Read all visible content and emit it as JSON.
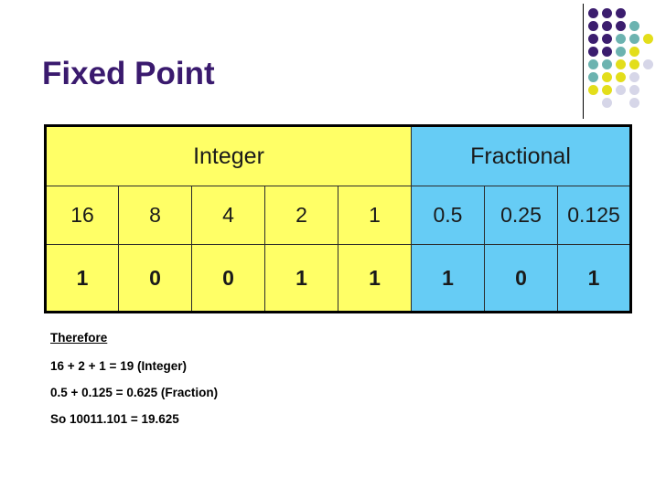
{
  "slide": {
    "title": "Fixed Point",
    "title_color": "#3A1A6E",
    "background": "#FFFFFF"
  },
  "logo": {
    "name": "decorative-dot-grid",
    "colors": {
      "purple": "#3B1D6E",
      "teal": "#6CB3B0",
      "yellow": "#E3DE1B",
      "lavender": "#D6D6E8"
    },
    "rows": [
      [
        "purple",
        "purple",
        "purple",
        null,
        null
      ],
      [
        "purple",
        "purple",
        "purple",
        "teal",
        null
      ],
      [
        "purple",
        "purple",
        "teal",
        "teal",
        "yellow"
      ],
      [
        "purple",
        "purple",
        "teal",
        "yellow",
        null
      ],
      [
        "teal",
        "teal",
        "yellow",
        "yellow",
        "lavender"
      ],
      [
        "teal",
        "yellow",
        "yellow",
        "lavender",
        null
      ],
      [
        "yellow",
        "yellow",
        "lavender",
        "lavender",
        null
      ],
      [
        null,
        "lavender",
        null,
        "lavender",
        null
      ]
    ]
  },
  "table": {
    "colors": {
      "integer_fill": "#FFFF66",
      "fractional_fill": "#66CCF5",
      "border": "#000000"
    },
    "header": {
      "integer_label": "Integer",
      "fractional_label": "Fractional"
    },
    "place_values": {
      "integer": [
        "16",
        "8",
        "4",
        "2",
        "1"
      ],
      "fractional": [
        "0.5",
        "0.25",
        "0.125"
      ]
    },
    "bits": {
      "integer": [
        "1",
        "0",
        "0",
        "1",
        "1"
      ],
      "fractional": [
        "1",
        "0",
        "1"
      ]
    }
  },
  "notes": {
    "heading": "Therefore",
    "lines": [
      "16 + 2 + 1 = 19 (Integer)",
      "0.5 + 0.125 = 0.625 (Fraction)",
      "So 10011.101 = 19.625"
    ]
  }
}
